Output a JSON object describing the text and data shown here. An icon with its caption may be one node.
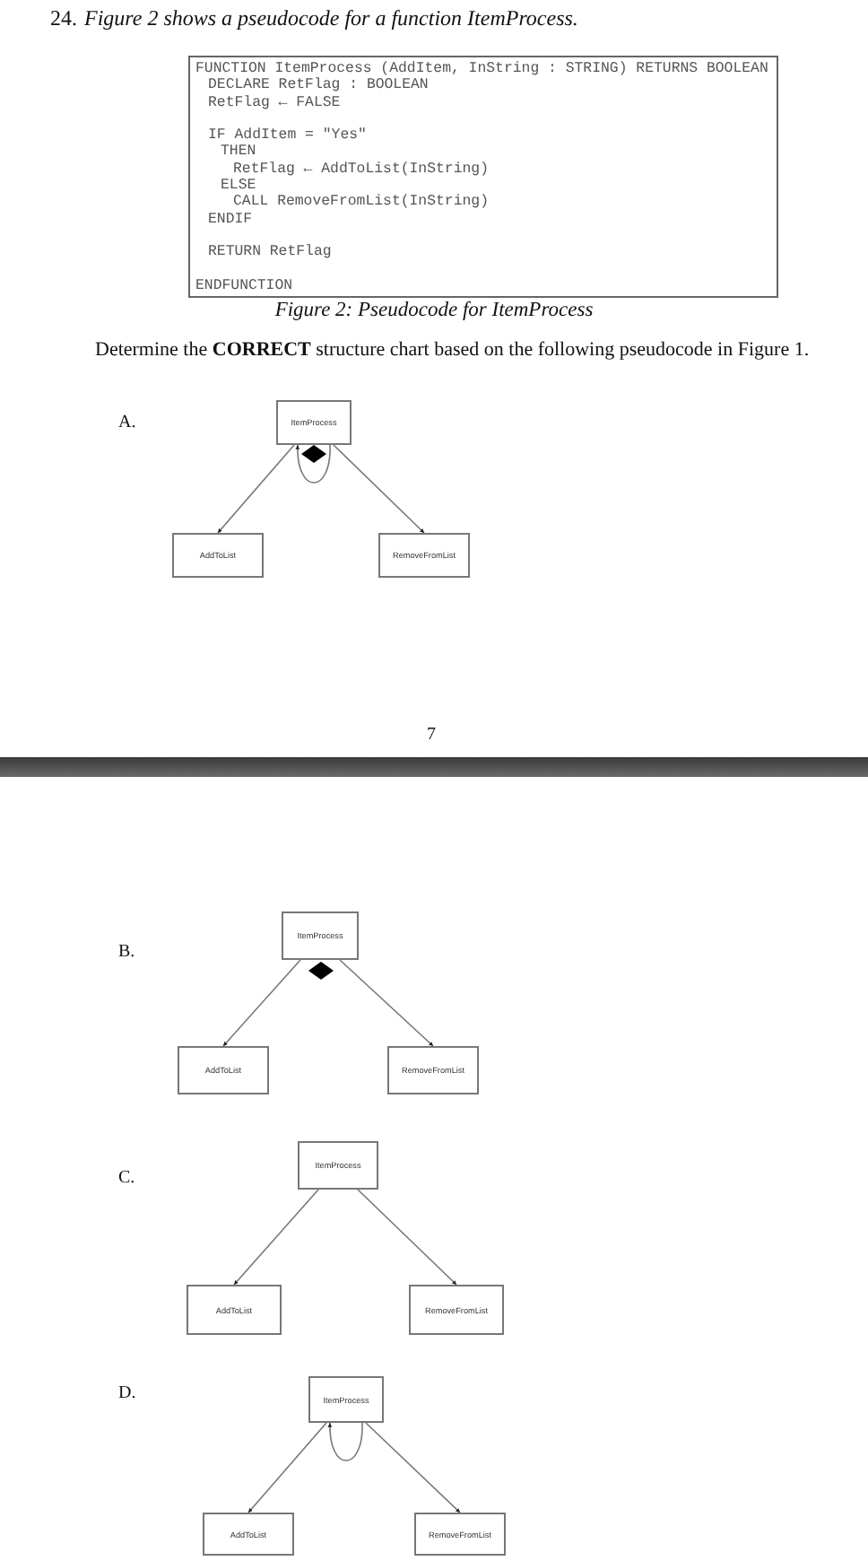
{
  "diagram": {
    "nodes": [
      {
        "text": [
          "FUNCTION ItemProcess (AddItem, InString : STRING) RETURNS BOOLEAN",
          "DECLARE RetFlag : BOOLEAN",
          "RetFlag ← FALSE",
          "IF AddItem = \"Yes\"",
          "THEN",
          "RetFlag ← AddToList(InString)",
          "ELSE",
          "CALL RemoveFromList(InString)",
          "ENDIF",
          "RETURN RetFlag",
          "ENDFUNCTION"
        ],
        "beside": [
          "Figure 2: Pseudocode for ItemProcess"
        ]
      },
      {
        "text": [
          "ItemProcess"
        ]
      },
      {
        "text": [
          "AddToList"
        ]
      },
      {
        "text": [
          "RemoveFromList"
        ]
      },
      {
        "text": [
          "ItemProcess"
        ]
      },
      {
        "text": [
          "AddToList"
        ]
      },
      {
        "text": [
          "RemoveFromList"
        ]
      },
      {
        "text": [
          "ItemProcess"
        ]
      },
      {
        "text": [
          "AddToList"
        ]
      },
      {
        "text": [
          "RemoveFromList"
        ]
      },
      {
        "text": [
          "ItemProcess"
        ]
      },
      {
        "text": [
          "AddToList"
        ]
      },
      {
        "text": [
          "RemoveFromList"
        ]
      }
    ],
    "edges": [
      {
        "from": 1,
        "to": 2,
        "arrow": "to"
      },
      {
        "from": 1,
        "to": 3,
        "arrow": "to"
      },
      {
        "from": 4,
        "to": 5,
        "arrow": "to"
      },
      {
        "from": 4,
        "to": 6,
        "arrow": "to"
      },
      {
        "from": 7,
        "to": 8,
        "arrow": "to"
      },
      {
        "from": 7,
        "to": 9,
        "arrow": "to"
      },
      {
        "from": 10,
        "to": 11,
        "arrow": "to"
      },
      {
        "from": 10,
        "to": 12,
        "arrow": "to"
      },
      {
        "from": 1,
        "to": 1,
        "arrow": "to"
      },
      {
        "from": 10,
        "to": 10,
        "arrow": "to"
      }
    ],
    "labels": [
      "24.",
      "Figure 2 shows a pseudocode for a function ItemProcess.",
      "Determine the **CORRECT** structure chart based on the following pseudocode in Figure 1.",
      "A.",
      "7",
      "B.",
      "C.",
      "D."
    ]
  }
}
